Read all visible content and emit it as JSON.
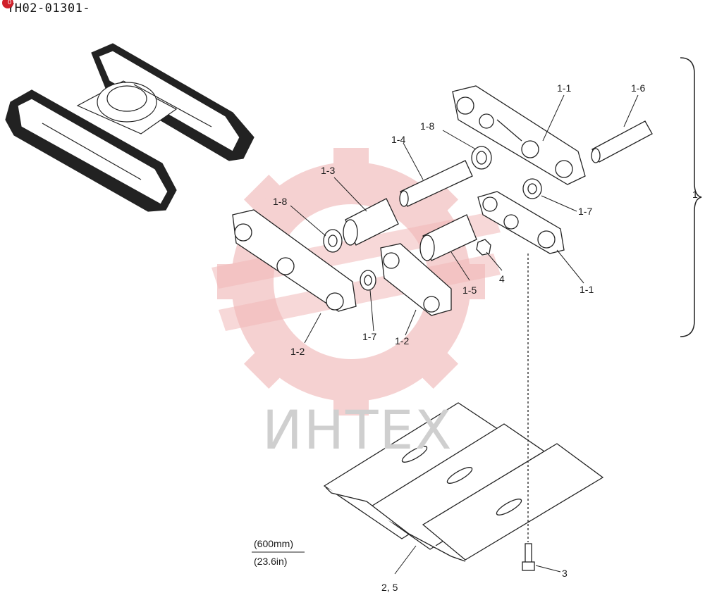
{
  "header": {
    "serial": "YH02-01301-"
  },
  "watermark": {
    "text": "ИНТЕХ",
    "color": "#e8a0a0"
  },
  "assembly": {
    "number": "1"
  },
  "dimension": {
    "metric": "(600mm)",
    "imperial": "(23.6in)"
  },
  "parts": {
    "p1_1a": "1-1",
    "p1_1b": "1-1",
    "p1_2a": "1-2",
    "p1_2b": "1-2",
    "p1_3": "1-3",
    "p1_4": "1-4",
    "p1_5": "1-5",
    "p1_6": "1-6",
    "p1_7a": "1-7",
    "p1_7b": "1-7",
    "p1_8a": "1-8",
    "p1_8b": "1-8",
    "p2_5": "2, 5",
    "p3": "3",
    "p4": "4"
  }
}
